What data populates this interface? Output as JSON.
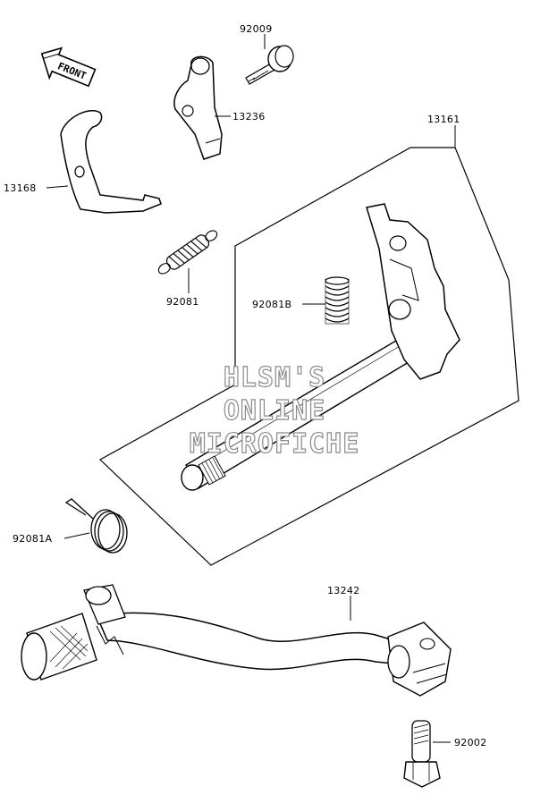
{
  "front_indicator": "FRONT",
  "watermark": {
    "line1": "HLSM'S",
    "line2": "ONLINE",
    "line3": "MICROFICHE"
  },
  "labels": {
    "p92009": "92009",
    "p13236": "13236",
    "p13161": "13161",
    "p13168": "13168",
    "p92081": "92081",
    "p92081B": "92081B",
    "p92081A": "92081A",
    "p13242": "13242",
    "p92002": "92002"
  }
}
